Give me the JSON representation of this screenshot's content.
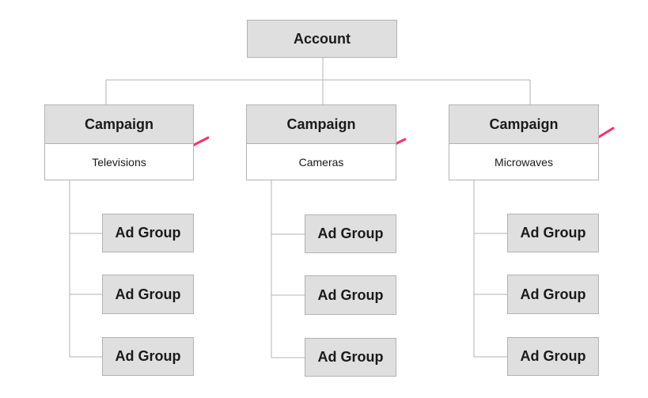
{
  "root": {
    "label": "Account"
  },
  "campaigns": [
    {
      "label": "Campaign",
      "name": "Televisions",
      "ad_groups": [
        "Ad Group",
        "Ad Group",
        "Ad Group"
      ]
    },
    {
      "label": "Campaign",
      "name": "Cameras",
      "ad_groups": [
        "Ad Group",
        "Ad Group",
        "Ad Group"
      ]
    },
    {
      "label": "Campaign",
      "name": "Microwaves",
      "ad_groups": [
        "Ad Group",
        "Ad Group",
        "Ad Group"
      ]
    }
  ],
  "colors": {
    "box_fill": "#dfdfdf",
    "box_border": "#b3b3b3",
    "connector": "#b3b3b3",
    "arrow": "#ff2d6b"
  }
}
